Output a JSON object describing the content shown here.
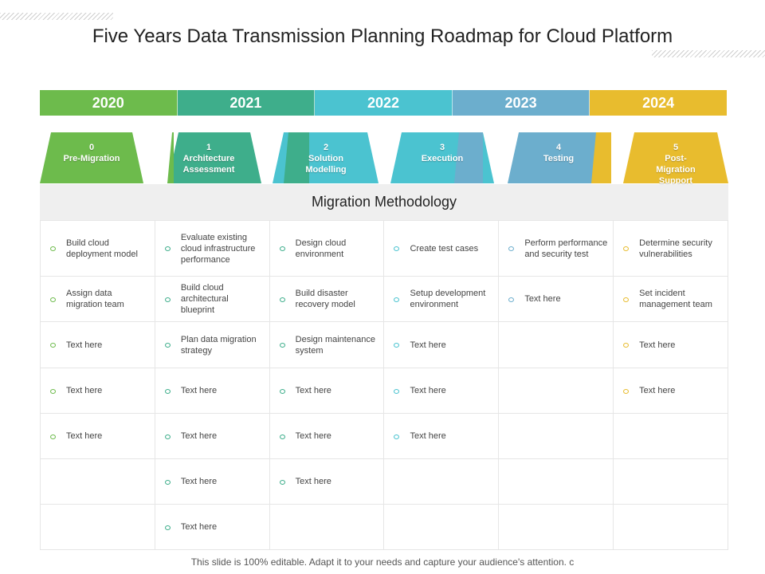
{
  "title": "Five Years Data Transmission Planning Roadmap for Cloud Platform",
  "colors": {
    "green": "#6DBB4C",
    "teal": "#3EAE8B",
    "cyan": "#4BC3D0",
    "blue": "#6CAECD",
    "yellow": "#E8BC2E"
  },
  "years": [
    {
      "label": "2020",
      "color": "#6DBB4C"
    },
    {
      "label": "2021",
      "color": "#3EAE8B"
    },
    {
      "label": "2022",
      "color": "#4BC3D0"
    },
    {
      "label": "2023",
      "color": "#6CAECD"
    },
    {
      "label": "2024",
      "color": "#E8BC2E"
    }
  ],
  "phases": [
    {
      "number": "0",
      "name": "Pre-Migration",
      "color": "#6DBB4C"
    },
    {
      "number": "1",
      "name": "Architecture Assessment",
      "color": "#3EAE8B"
    },
    {
      "number": "2",
      "name": "Solution Modelling",
      "color": "#4BC3D0"
    },
    {
      "number": "3",
      "name": "Execution",
      "color": "#4BC3D0"
    },
    {
      "number": "4",
      "name": "Testing",
      "color": "#6CAECD"
    },
    {
      "number": "5",
      "name": "Post-Migration Support",
      "color": "#E8BC2E"
    }
  ],
  "methodology_title": "Migration Methodology",
  "columns": [
    {
      "color": "#6DBB4C",
      "items": [
        "Build cloud deployment model",
        "Assign data migration team",
        "Text here",
        "Text here",
        "Text here",
        "",
        ""
      ]
    },
    {
      "color": "#3EAE8B",
      "items": [
        "Evaluate existing cloud infrastructure performance",
        "Build cloud architectural blueprint",
        "Plan data migration strategy",
        "Text here",
        "Text here",
        "Text here",
        "Text here"
      ]
    },
    {
      "color": "#3EAE8B",
      "items": [
        "Design cloud environment",
        "Build disaster recovery model",
        "Design maintenance system",
        "Text here",
        "Text here",
        "Text here",
        ""
      ]
    },
    {
      "color": "#4BC3D0",
      "items": [
        "Create test cases",
        "Setup development environment",
        "Text here",
        "Text here",
        "Text here",
        "",
        ""
      ]
    },
    {
      "color": "#6CAECD",
      "items": [
        "Perform performance and security test",
        "Text here",
        "",
        "",
        "",
        "",
        ""
      ]
    },
    {
      "color": "#E8BC2E",
      "items": [
        "Determine security vulnerabilities",
        "Set incident management team",
        "Text here",
        "Text here",
        "",
        "",
        ""
      ]
    }
  ],
  "footer": "This slide is 100% editable. Adapt it to your needs and capture your audience's attention. c"
}
